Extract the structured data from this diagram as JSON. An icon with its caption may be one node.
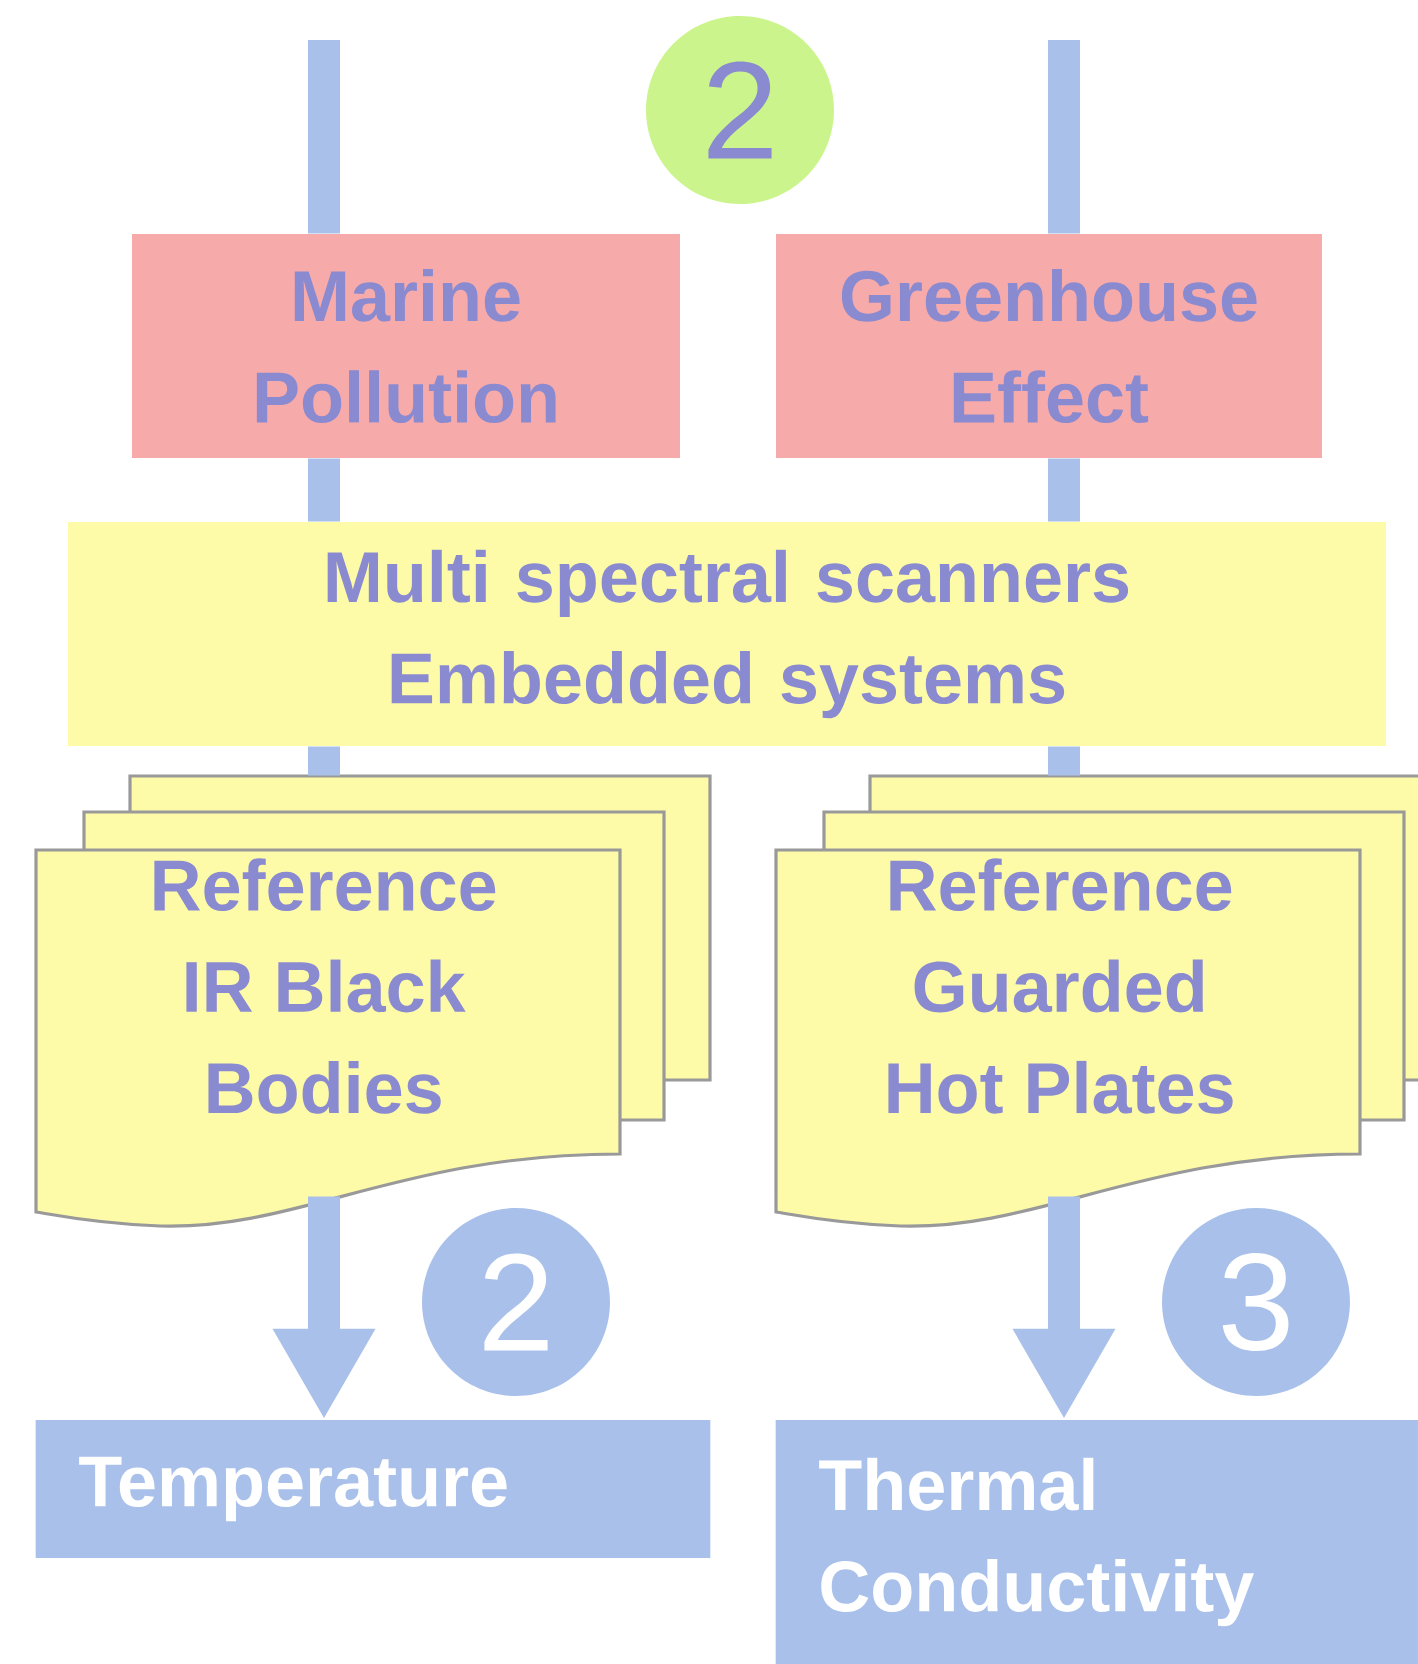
{
  "diagram": {
    "nodes": [
      {
        "text": [
          "2"
        ]
      },
      {
        "text": [
          "Marine Pollution"
        ]
      },
      {
        "text": [
          "Greenhouse Effect"
        ]
      },
      {
        "text": [
          "Multi spectral scanners Embedded systems"
        ]
      },
      {
        "text": [
          "Reference IR Black Bodies"
        ]
      },
      {
        "text": [
          "Reference Guarded Hot Plates"
        ]
      },
      {
        "text": [
          "2"
        ]
      },
      {
        "text": [
          "3"
        ]
      },
      {
        "text": [
          "Temperature"
        ]
      },
      {
        "text": [
          "Thermal Conductivity"
        ]
      }
    ],
    "edges": [
      {
        "from": null,
        "to": 1,
        "arrow": "none"
      },
      {
        "from": 1,
        "to": 3,
        "arrow": "none"
      },
      {
        "from": 3,
        "to": 4,
        "arrow": "none"
      },
      {
        "from": 4,
        "to": 8,
        "arrow": "to"
      },
      {
        "from": null,
        "to": 2,
        "arrow": "none"
      },
      {
        "from": 2,
        "to": 3,
        "arrow": "none"
      },
      {
        "from": 3,
        "to": 5,
        "arrow": "none"
      },
      {
        "from": 5,
        "to": 9,
        "arrow": "to"
      }
    ]
  }
}
